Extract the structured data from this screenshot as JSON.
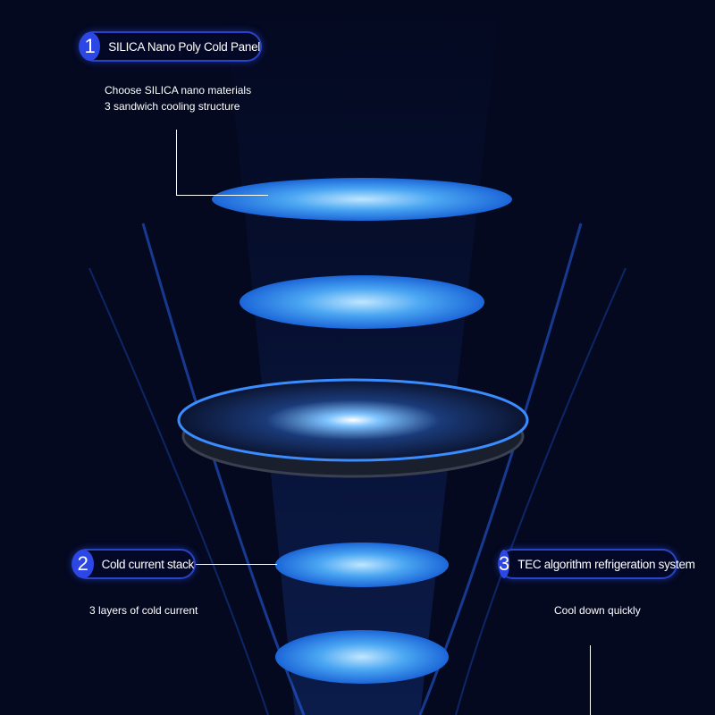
{
  "features": [
    {
      "number": "1",
      "title": "SILICA Nano Poly Cold Panel",
      "description": [
        "Choose SILICA nano materials",
        "3 sandwich cooling structure"
      ]
    },
    {
      "number": "2",
      "title": "Cold current stack",
      "description": [
        "3 layers of cold current"
      ]
    },
    {
      "number": "3",
      "title": "TEC algorithm refrigeration system",
      "description": [
        "Cool down quickly"
      ]
    }
  ],
  "colors": {
    "background": "#040920",
    "accent": "#2c47e6",
    "disc": "#3a9cf0"
  }
}
